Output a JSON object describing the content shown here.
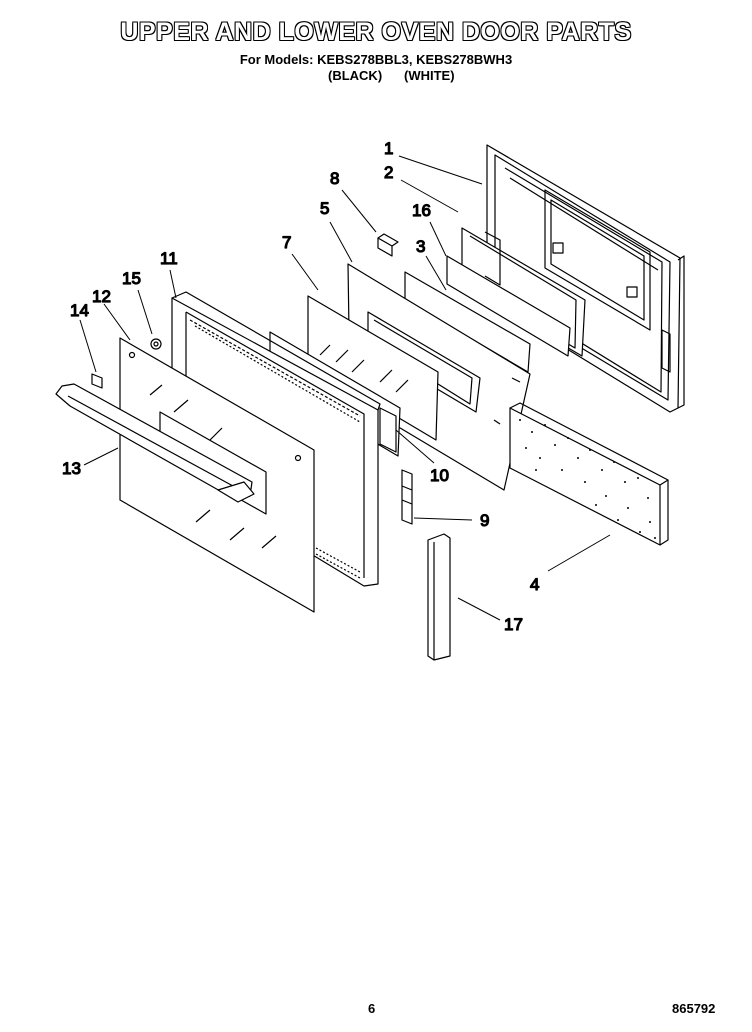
{
  "header": {
    "title": "UPPER AND LOWER OVEN DOOR PARTS",
    "models": "For Models: KEBS278BBL3, KEBS278BWH3",
    "color_black": "(BLACK)",
    "color_white": "(WHITE)"
  },
  "callouts": {
    "p1": "1",
    "p2": "2",
    "p3": "3",
    "p4": "4",
    "p5": "5",
    "p7": "7",
    "p8": "8",
    "p9": "9",
    "p10": "10",
    "p11": "11",
    "p12": "12",
    "p13": "13",
    "p14": "14",
    "p15": "15",
    "p16": "16",
    "p17": "17"
  },
  "footer": {
    "page_number": "6",
    "document_number": "865792"
  }
}
